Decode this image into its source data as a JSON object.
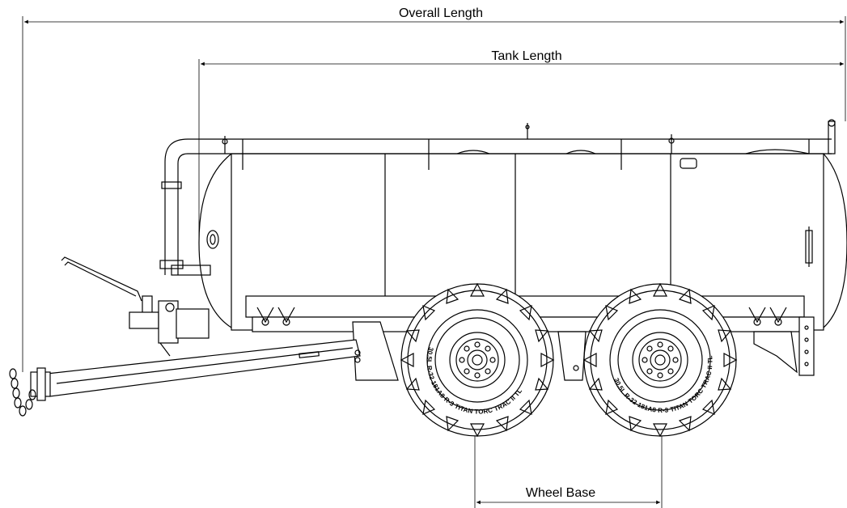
{
  "dimensions": {
    "overall_length": "Overall Length",
    "tank_length": "Tank Length",
    "wheel_base": "Wheel Base"
  },
  "tires": {
    "front_marking": "30.5L R-32 181A8 R-3 TITAN TORC TRAC II TL",
    "rear_marking": "30.5L R-32 181A8 R-3 TITAN TORC TRAC II TL"
  },
  "colors": {
    "line": "#000000",
    "background": "#ffffff"
  }
}
